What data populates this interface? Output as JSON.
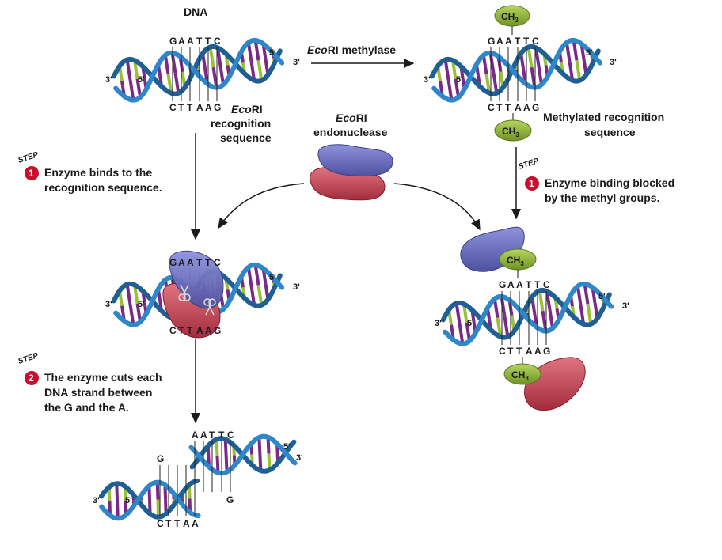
{
  "top_dna": {
    "label": "DNA",
    "top_seq": [
      "G",
      "A",
      "A",
      "T",
      "T",
      "C"
    ],
    "bottom_seq": [
      "C",
      "T",
      "T",
      "A",
      "A",
      "G"
    ],
    "end_3_left": "3'",
    "end_5_left": "5'",
    "end_5_right": "5'",
    "end_3_right": "3'"
  },
  "recognition_label": {
    "italic": "Eco",
    "rest": "RI",
    "line2": "recognition",
    "line3": "sequence"
  },
  "methylase_label": {
    "italic": "Eco",
    "rest": "RI methylase"
  },
  "endonuclease_label": {
    "italic": "Eco",
    "rest": "RI",
    "line2": "endonuclease"
  },
  "methylated": {
    "ch3": "CH",
    "ch3_sub": "3",
    "label_line1": "Methylated recognition",
    "label_line2": "sequence",
    "top_seq": [
      "G",
      "A",
      "A",
      "T",
      "T",
      "C"
    ],
    "bottom_seq": [
      "C",
      "T",
      "T",
      "A",
      "A",
      "G"
    ]
  },
  "steps": {
    "step_word": "STEP",
    "left1": {
      "num": "1",
      "line1": "Enzyme binds to the",
      "line2": "recognition sequence."
    },
    "left2": {
      "num": "2",
      "line1": "The enzyme cuts each",
      "line2": "DNA strand between",
      "line3": "the G and the A."
    },
    "right1": {
      "num": "1",
      "line1": "Enzyme binding blocked",
      "line2": "by the methyl groups."
    }
  },
  "bound_dna": {
    "top_seq": [
      "G",
      "A",
      "A",
      "T",
      "T",
      "C"
    ],
    "bottom_seq": [
      "C",
      "T",
      "T",
      "A",
      "A",
      "G"
    ]
  },
  "cut_dna": {
    "right_top": [
      "A",
      "A",
      "T",
      "T",
      "C"
    ],
    "right_bottom": "G",
    "left_top": "G",
    "left_bottom": [
      "C",
      "T",
      "T",
      "A",
      "A"
    ]
  },
  "blocked_dna": {
    "top_seq": [
      "G",
      "A",
      "A",
      "T",
      "T",
      "C"
    ],
    "bottom_seq": [
      "C",
      "T",
      "T",
      "A",
      "A",
      "G"
    ]
  },
  "colors": {
    "strand": "#2f86c8",
    "strand_dark": "#1f5f93",
    "rung_purple": "#7a2a86",
    "rung_green": "#9bbf3a",
    "enzyme_blue": "#6b6fc0",
    "enzyme_red": "#c2404f",
    "methyl_green": "#92b83a",
    "step_red": "#c8102e"
  }
}
